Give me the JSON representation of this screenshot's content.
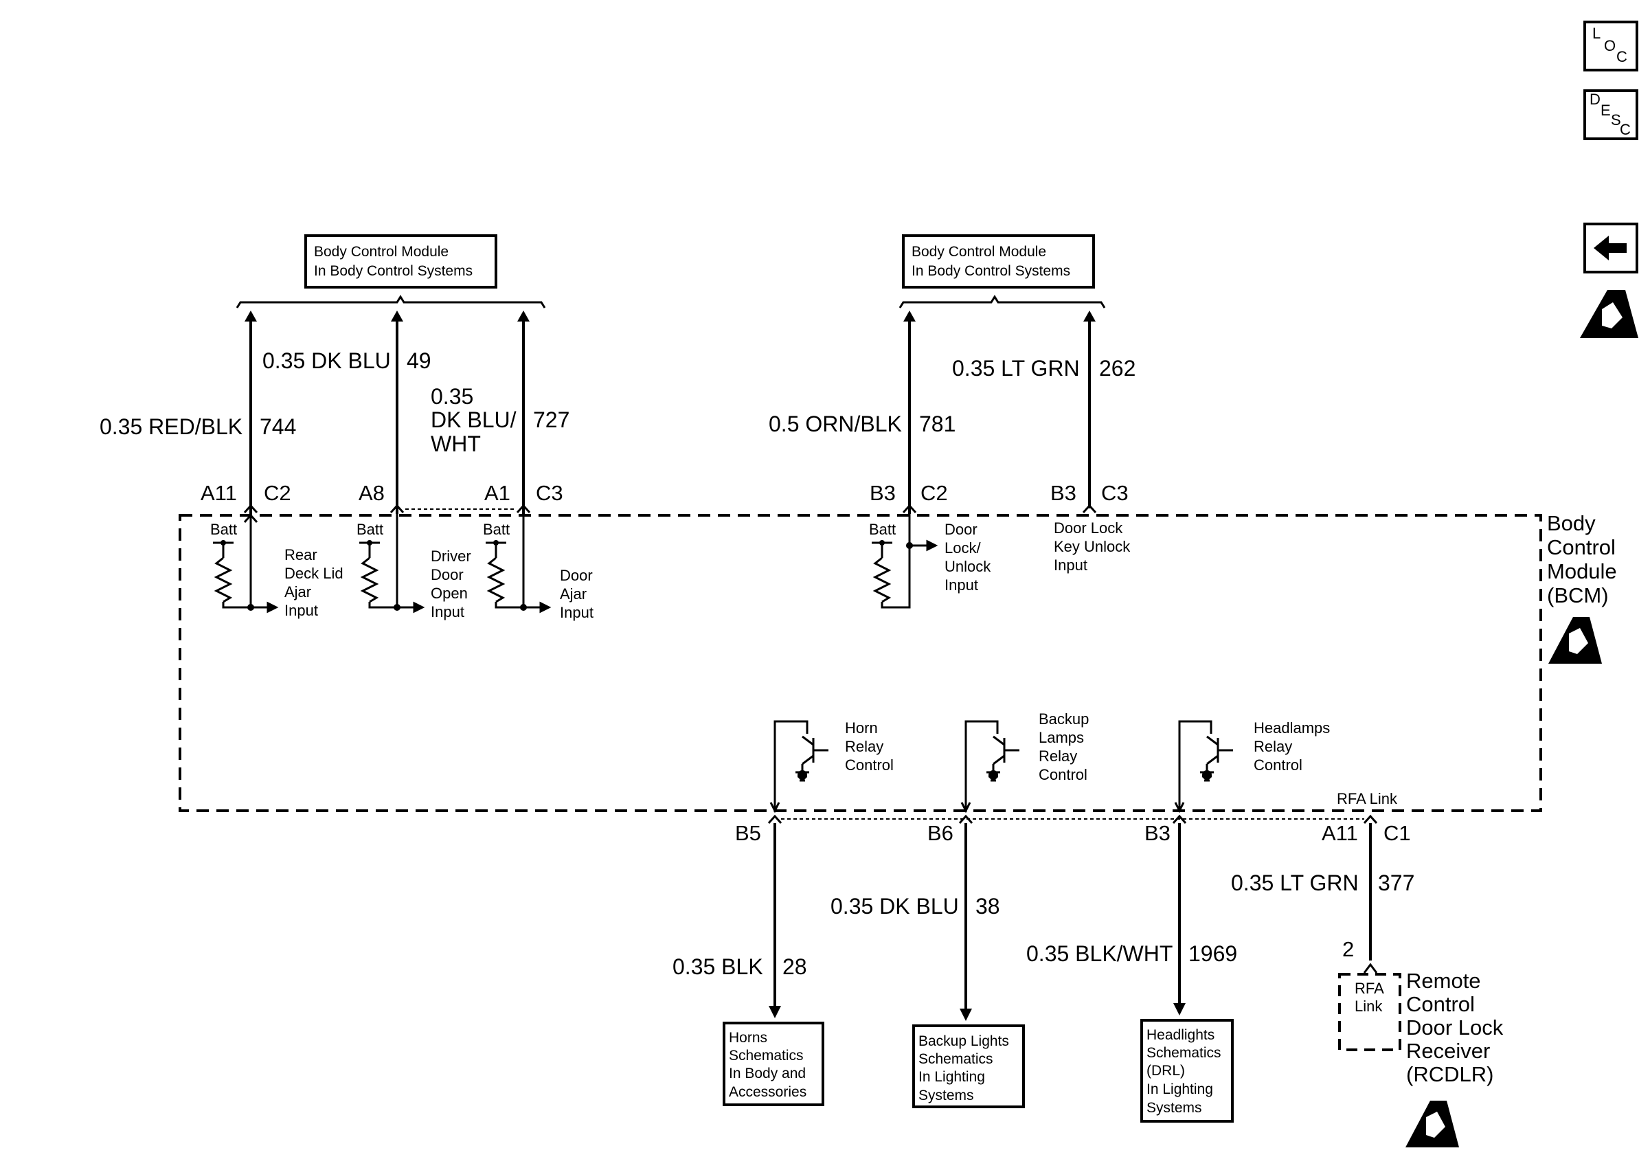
{
  "nav": {
    "loc": [
      "L",
      "O",
      "C"
    ],
    "desc": [
      "D",
      "E",
      "S",
      "C"
    ]
  },
  "top_boxes": [
    {
      "line1": "Body Control Module",
      "line2": "In Body Control Systems"
    },
    {
      "line1": "Body Control Module",
      "line2": "In Body Control Systems"
    }
  ],
  "top_wires": [
    {
      "size_color": "0.35 RED/BLK",
      "circuit": "744",
      "pin": "A11",
      "connector": "C2"
    },
    {
      "size_color": "0.35 DK BLU",
      "circuit": "49",
      "pin": "A8",
      "connector": ""
    },
    {
      "size_color_lines": [
        "0.35",
        "DK BLU/",
        "WHT"
      ],
      "circuit": "727",
      "pin": "A1",
      "connector": "C3"
    },
    {
      "size_color": "0.5 ORN/BLK",
      "circuit": "781",
      "pin": "B3",
      "connector": "C2"
    },
    {
      "size_color": "0.35 LT GRN",
      "circuit": "262",
      "pin": "B3",
      "connector": "C3"
    }
  ],
  "inputs": [
    {
      "batt": "Batt",
      "lines": [
        "Rear",
        "Deck Lid",
        "Ajar",
        "Input"
      ]
    },
    {
      "batt": "Batt",
      "lines": [
        "Driver",
        "Door",
        "Open",
        "Input"
      ]
    },
    {
      "batt": "Batt",
      "lines": [
        "Door",
        "Ajar",
        "Input"
      ]
    },
    {
      "batt": "Batt",
      "lines": [
        "Door",
        "Lock/",
        "Unlock",
        "Input"
      ]
    },
    {
      "lines": [
        "Door Lock",
        "Key Unlock",
        "Input"
      ]
    }
  ],
  "bcm_label": [
    "Body",
    "Control",
    "Module",
    "(BCM)"
  ],
  "relays": [
    {
      "lines": [
        "Horn",
        "Relay",
        "Control"
      ]
    },
    {
      "lines": [
        "Backup",
        "Lamps",
        "Relay",
        "Control"
      ]
    },
    {
      "lines": [
        "Headlamps",
        "Relay",
        "Control"
      ]
    }
  ],
  "rfa_link_label": "RFA Link",
  "bottom_wires": [
    {
      "pin": "B5",
      "size_color": "0.35 BLK",
      "circuit": "28"
    },
    {
      "pin": "B6",
      "size_color": "0.35 DK BLU",
      "circuit": "38"
    },
    {
      "pin": "B3",
      "size_color": "0.35 BLK/WHT",
      "circuit": "1969"
    },
    {
      "pin": "A11",
      "connector": "C1",
      "size_color": "0.35 LT GRN",
      "circuit": "377"
    }
  ],
  "bottom_boxes": [
    {
      "lines": [
        "Horns",
        "Schematics",
        "In Body and",
        "Accessories"
      ]
    },
    {
      "lines": [
        "Backup Lights",
        "Schematics",
        "In Lighting",
        "Systems"
      ]
    },
    {
      "lines": [
        "Headlights",
        "Schematics",
        "(DRL)",
        "In Lighting",
        "Systems"
      ]
    }
  ],
  "rcdlr": {
    "pin": "2",
    "inner": [
      "RFA",
      "Link"
    ],
    "label": [
      "Remote",
      "Control",
      "Door Lock",
      "Receiver",
      "(RCDLR)"
    ]
  }
}
